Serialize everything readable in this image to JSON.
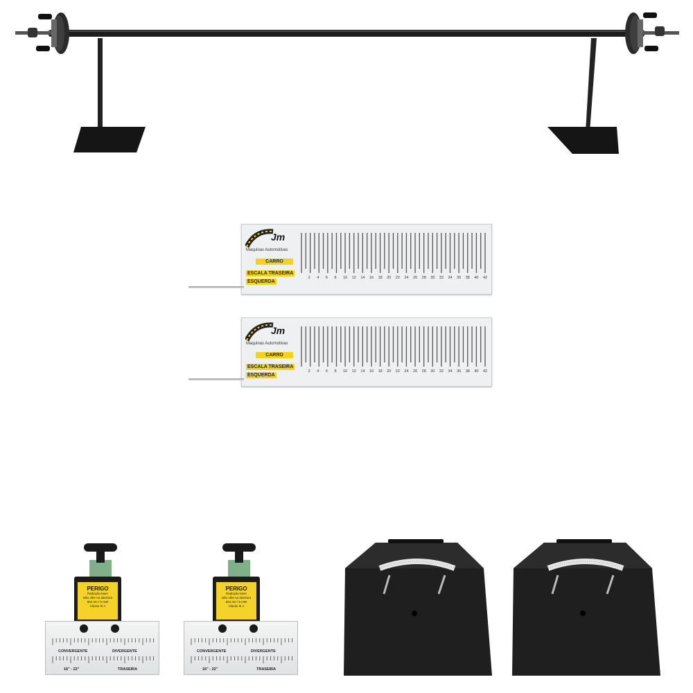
{
  "scale_cards": [
    {
      "brand_logo": "Jm",
      "brand_text": "Maquinas Automotivas",
      "labels": [
        "CARRO",
        "ESCALA TRASEIRA",
        "ESQUERDA"
      ],
      "tick_numbers": [
        "2",
        "4",
        "6",
        "8",
        "10",
        "12",
        "14",
        "16",
        "18",
        "20",
        "22",
        "24",
        "26",
        "28",
        "30",
        "32",
        "34",
        "36",
        "38",
        "40",
        "42"
      ]
    },
    {
      "brand_logo": "Jm",
      "brand_text": "Maquinas Automotivas",
      "labels": [
        "CARRO",
        "ESCALA TRASEIRA",
        "ESQUERDA"
      ],
      "tick_numbers": [
        "2",
        "4",
        "6",
        "8",
        "10",
        "12",
        "14",
        "16",
        "18",
        "20",
        "22",
        "24",
        "26",
        "28",
        "30",
        "32",
        "34",
        "36",
        "38",
        "40",
        "42"
      ]
    }
  ],
  "laser_units": [
    {
      "warning_title": "PERIGO",
      "warning_lines": [
        "Radiação laser",
        "Não olhe na abertura",
        "654 nm / 5 mW",
        "Classe III A"
      ],
      "ruler_left": "CONVERGENTE",
      "ruler_right": "DIVERGENTE",
      "ruler_bottom_left": "16\" - 22\"",
      "ruler_bottom_right": "TRASEIRA"
    },
    {
      "warning_title": "PERIGO",
      "warning_lines": [
        "Radiação laser",
        "Não olhe na abertura",
        "654 nm / 5 mW",
        "Classe III A"
      ],
      "ruler_left": "CONVERGENTE",
      "ruler_right": "DIVERGENTE",
      "ruler_bottom_left": "16\" - 22\"",
      "ruler_bottom_right": "TRASEIRA"
    }
  ],
  "colors": {
    "metal_dark": "#1c1c1c",
    "label_yellow": "#f5d21c",
    "plate_black": "#202020",
    "laser_green": "#7fb08a",
    "card_bg": "#eef0f2"
  }
}
